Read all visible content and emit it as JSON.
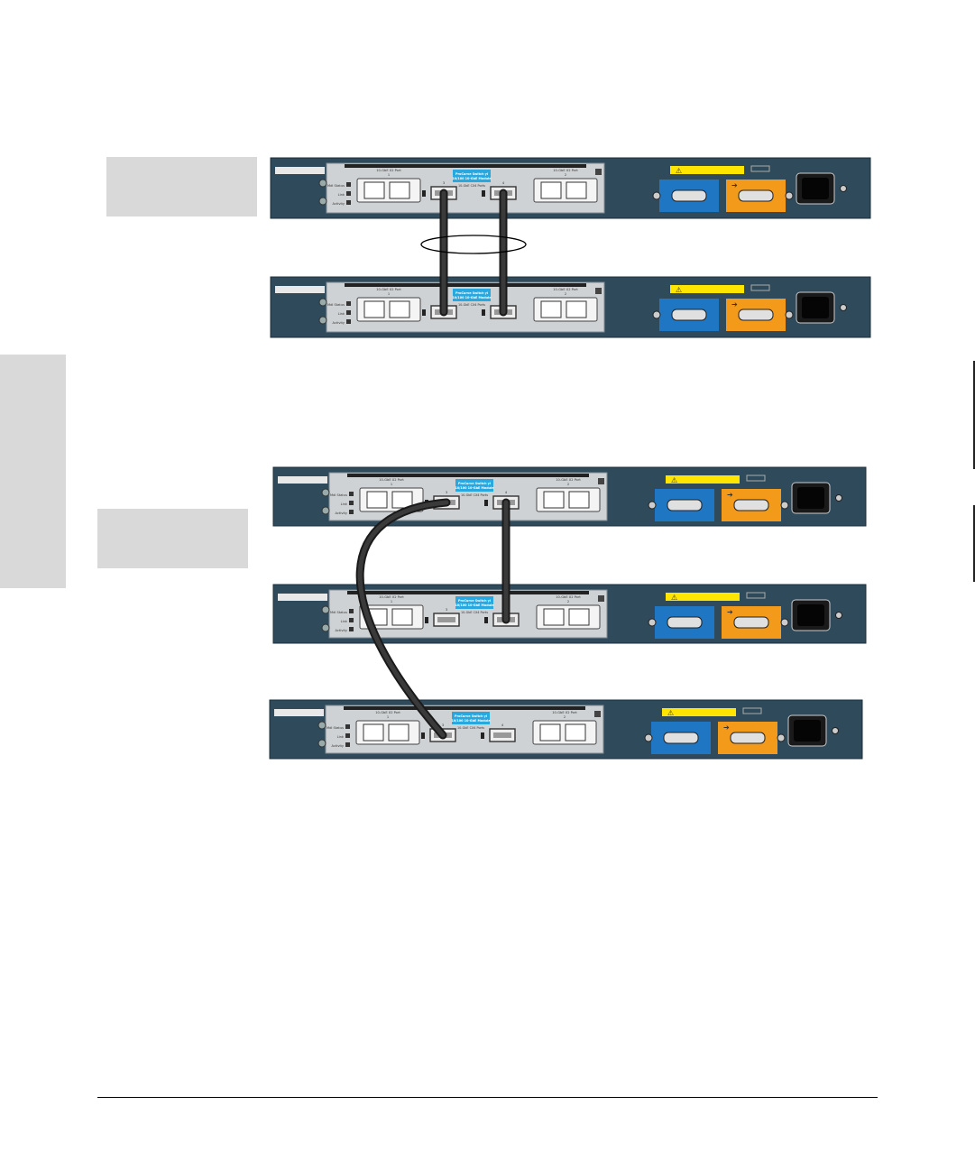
{
  "figure": {
    "layouts": [
      {
        "label": "",
        "units": 2,
        "connections": [
          {
            "from_unit": 1,
            "from_port": 3,
            "to_unit": 2,
            "to_port": 3,
            "style": "straight"
          },
          {
            "from_unit": 1,
            "from_port": 4,
            "to_unit": 2,
            "to_port": 4,
            "style": "straight"
          }
        ],
        "trunk_ellipse": true
      },
      {
        "label": "",
        "units": 3,
        "connections": [
          {
            "from_unit": 1,
            "from_port": 3,
            "to_unit": 3,
            "to_port": 3,
            "style": "curved"
          },
          {
            "from_unit": 1,
            "from_port": 4,
            "to_unit": 2,
            "to_port": 4,
            "style": "straight"
          }
        ],
        "trunk_ellipse": false
      }
    ],
    "module_label": "ProCurve Switch yl\n10/100 10-GbE Module",
    "cx4_port_label": "10-GbE CX4 Ports",
    "x2_port_label": "10-GbE X2 Port",
    "port_numbers": [
      "1",
      "3",
      "4",
      "2"
    ],
    "led_labels": [
      "Mdl Status",
      "Link",
      "Activity"
    ],
    "colors": {
      "chassis": "#2f4a5b",
      "module_bay": "#cfd2d4",
      "module_badge": "#29a8e0",
      "console_blue": "#1f77c4",
      "stack_orange": "#f39a1b",
      "warning_yellow": "#ffe500",
      "cable": "#1a1a1a",
      "label_box": "#d9d9d9"
    },
    "icons": [
      "warning-icon",
      "power-inlet-icon",
      "arrow-icon"
    ]
  }
}
